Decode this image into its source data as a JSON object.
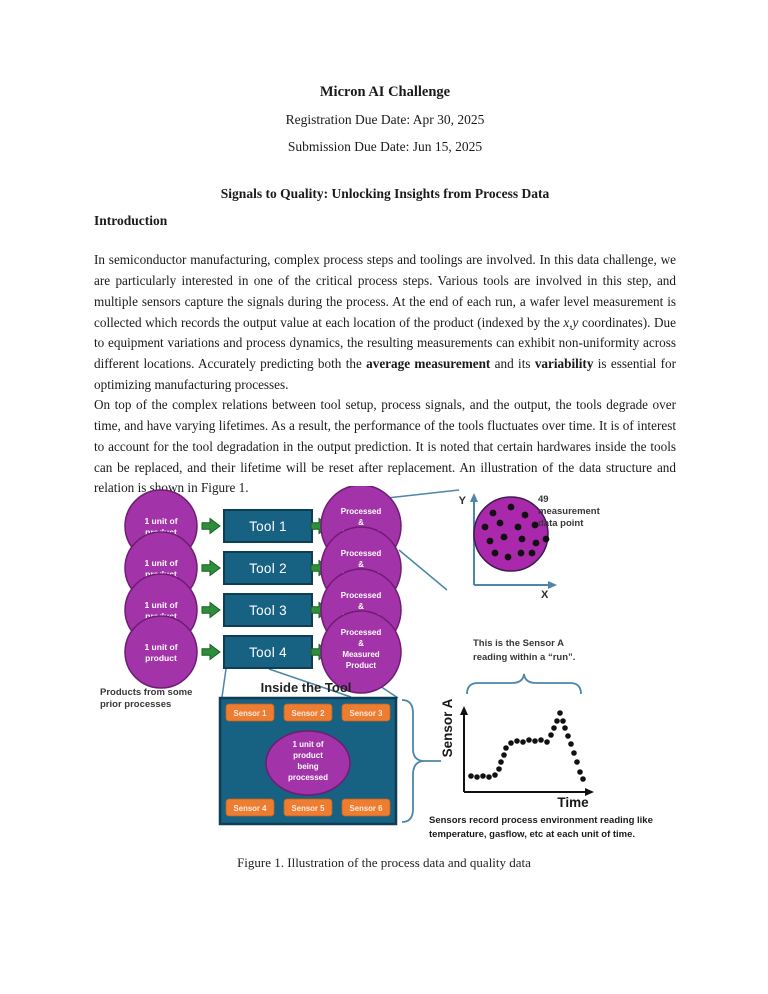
{
  "document": {
    "title": "Micron AI Challenge",
    "registration_due": "Registration Due Date: Apr 30, 2025",
    "submission_due": "Submission Due Date: Jun 15, 2025",
    "section_title": "Signals to Quality: Unlocking Insights from Process Data",
    "intro_heading": "Introduction",
    "paragraph1_parts": [
      {
        "text": "In semiconductor manufacturing, complex process steps and toolings are involved. In this data challenge, we are particularly interested in one of the critical process steps. Various tools are involved in this step, and multiple sensors capture the signals during the process. At the end of each run, a wafer level measurement is collected which records the output value at each location of the product (indexed by the ",
        "style": "normal"
      },
      {
        "text": "x,y",
        "style": "italic"
      },
      {
        "text": " coordinates). Due to equipment variations and process dynamics, the resulting measurements can exhibit non-uniformity across different locations. Accurately predicting both the ",
        "style": "normal"
      },
      {
        "text": "average measurement",
        "style": "bold"
      },
      {
        "text": " and its ",
        "style": "normal"
      },
      {
        "text": "variability",
        "style": "bold"
      },
      {
        "text": " is essential for optimizing manufacturing processes.",
        "style": "normal"
      }
    ],
    "paragraph2": "On top of the complex relations between tool setup, process signals, and the output, the tools degrade over time, and have varying lifetimes. As a result, the performance of the tools fluctuates over time. It is of interest to account for the tool degradation in the output prediction. It is noted that certain hardwares inside the tools can be replaced, and their lifetime will be reset after replacement. An illustration of the data structure and relation is shown in Figure 1.",
    "figure_caption": "Figure 1. Illustration of the process data and quality data"
  },
  "figure": {
    "flow": {
      "product_circle_lines": [
        "1 unit of",
        "product"
      ],
      "tools": [
        "Tool 1",
        "Tool 2",
        "Tool 3",
        "Tool 4"
      ],
      "processed_circle_lines": [
        "Processed",
        "&",
        "Measured"
      ],
      "processed_circle_full_lines": [
        "Processed",
        "&",
        "Measured",
        "Product"
      ],
      "source_note_lines": [
        "Products from some",
        "prior processes"
      ]
    },
    "wafer_map": {
      "y_axis_label": "Y",
      "x_axis_label": "X",
      "legend_lines": [
        "49",
        "measurement",
        "data point"
      ],
      "dot_offsets": [
        [
          -18,
          -21
        ],
        [
          0,
          -27
        ],
        [
          14,
          -19
        ],
        [
          -26,
          -7
        ],
        [
          -11,
          -11
        ],
        [
          7,
          -7
        ],
        [
          24,
          -9
        ],
        [
          -21,
          7
        ],
        [
          -7,
          3
        ],
        [
          11,
          5
        ],
        [
          25,
          9
        ],
        [
          -16,
          19
        ],
        [
          -3,
          23
        ],
        [
          10,
          19
        ],
        [
          21,
          19
        ]
      ]
    },
    "inside_tool": {
      "title": "Inside the Tool",
      "sensors_top": [
        "Sensor 1",
        "Sensor 2",
        "Sensor 3"
      ],
      "sensors_bottom": [
        "Sensor 4",
        "Sensor 5",
        "Sensor 6"
      ],
      "product_lines": [
        "1 unit of",
        "product",
        "being",
        "processed"
      ]
    },
    "sensor_chart": {
      "callout_lines": [
        "This is the Sensor A",
        "reading within a “run”."
      ],
      "y_axis_label": "Sensor A",
      "x_axis_label": "Time",
      "note_lines": [
        "Sensors record process environment reading like",
        "temperature, gasflow, etc at each unit of time."
      ],
      "points": [
        [
          471,
          290
        ],
        [
          477,
          291
        ],
        [
          483,
          290
        ],
        [
          489,
          291
        ],
        [
          495,
          289
        ],
        [
          499,
          283
        ],
        [
          501,
          276
        ],
        [
          504,
          269
        ],
        [
          506,
          262
        ],
        [
          511,
          257
        ],
        [
          517,
          255
        ],
        [
          523,
          256
        ],
        [
          529,
          254
        ],
        [
          535,
          255
        ],
        [
          541,
          254
        ],
        [
          547,
          256
        ],
        [
          551,
          249
        ],
        [
          554,
          242
        ],
        [
          557,
          235
        ],
        [
          560,
          227
        ],
        [
          563,
          235
        ],
        [
          565,
          242
        ],
        [
          568,
          250
        ],
        [
          571,
          258
        ],
        [
          574,
          267
        ],
        [
          577,
          276
        ],
        [
          580,
          286
        ],
        [
          583,
          293
        ]
      ]
    },
    "colors": {
      "purple": "#a333a8",
      "purple_border": "#6f1c74",
      "teal": "#176183",
      "teal_border": "#0d3e55",
      "green": "#2e8f3a",
      "green_border": "#1a5e23",
      "orange": "#ed7d31",
      "orange_border": "#c2601c",
      "line_blue": "#4c86a8",
      "dot_black": "#111111"
    }
  }
}
